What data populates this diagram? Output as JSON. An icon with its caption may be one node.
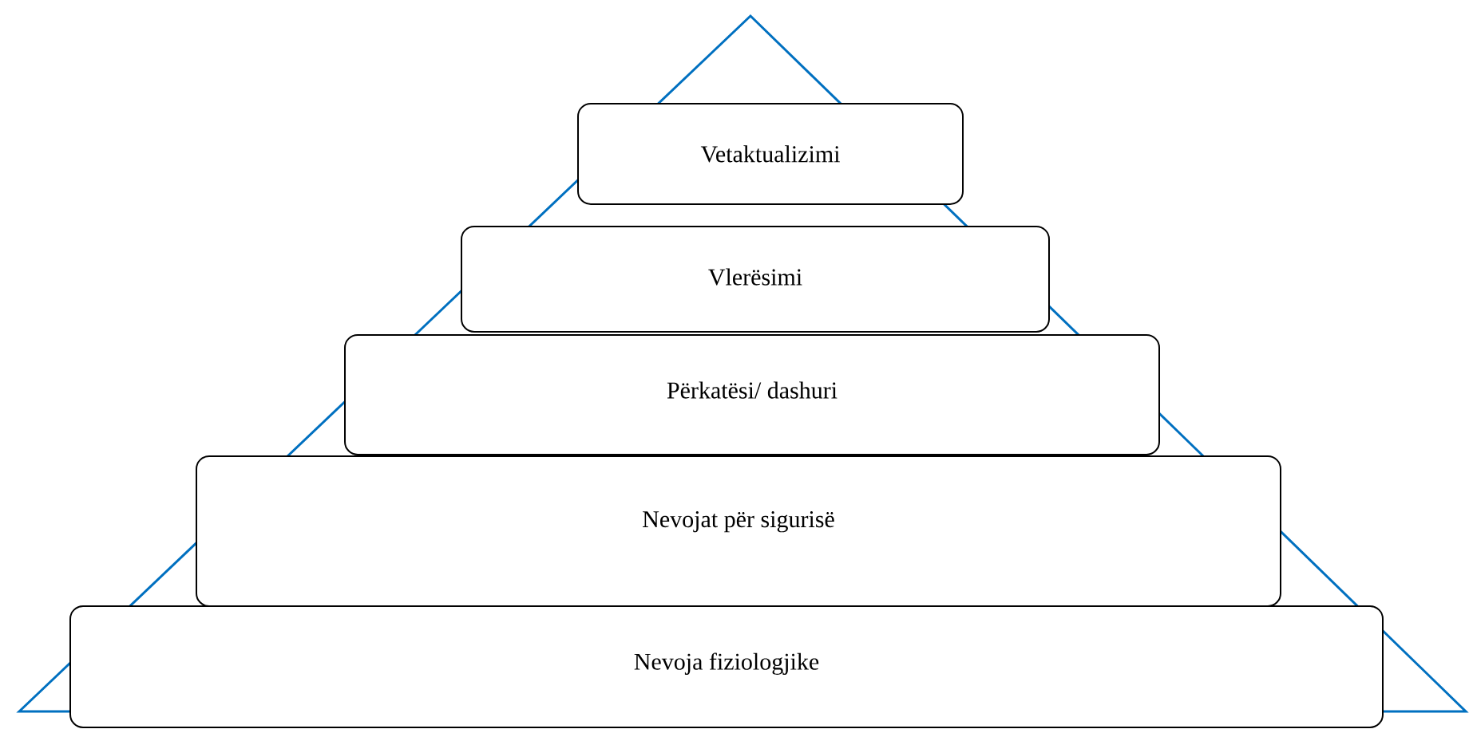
{
  "diagram": {
    "nodes": [
      {
        "text": [
          "Vetaktualizimi"
        ]
      },
      {
        "text": [
          "Vlerësimi"
        ]
      },
      {
        "text": [
          "Përkatësi/ dashuri"
        ]
      },
      {
        "text": [
          "Nevojat për sigurisë"
        ]
      },
      {
        "text": [
          "Nevoja fiziologjike"
        ]
      }
    ]
  }
}
